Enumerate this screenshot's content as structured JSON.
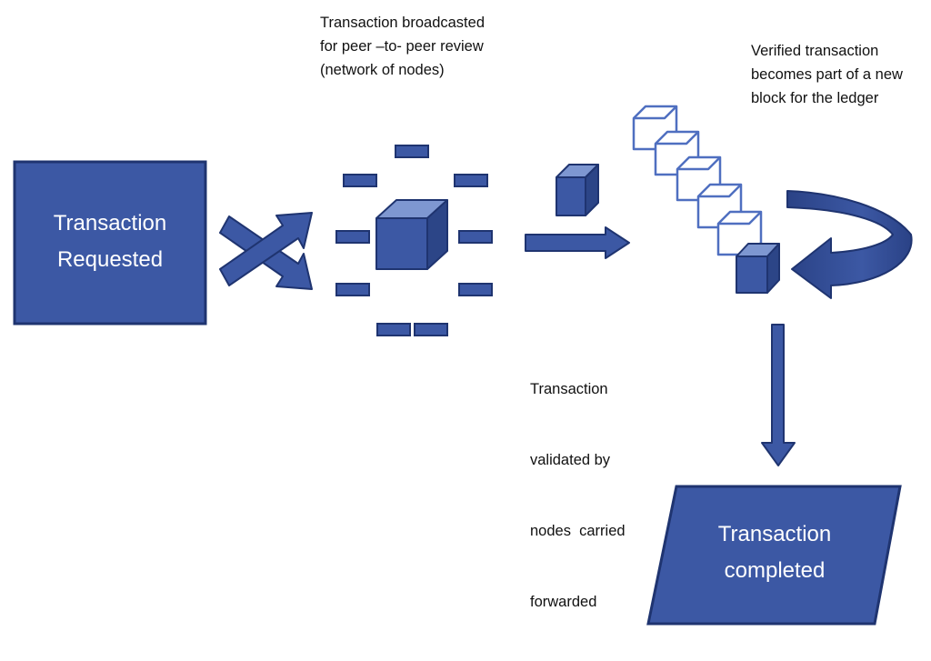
{
  "colors": {
    "primary": "#3c58a4",
    "primary_dark": "#1f3470",
    "accent_light": "#7e97d1",
    "text": "#111111",
    "box_text": "#ffffff"
  },
  "nodes": {
    "requested": {
      "lines": [
        "Transaction",
        "Requested"
      ]
    },
    "completed": {
      "lines": [
        "Transaction",
        "completed"
      ]
    }
  },
  "captions": {
    "broadcast": [
      "Transaction broadcasted",
      "for peer –to- peer review",
      "(network of nodes)"
    ],
    "new_block": [
      "Verified transaction",
      "becomes part of a new",
      "block for the ledger"
    ],
    "validated": [
      "Transaction",
      "validated by",
      "nodes  carried",
      "forwarded"
    ]
  }
}
